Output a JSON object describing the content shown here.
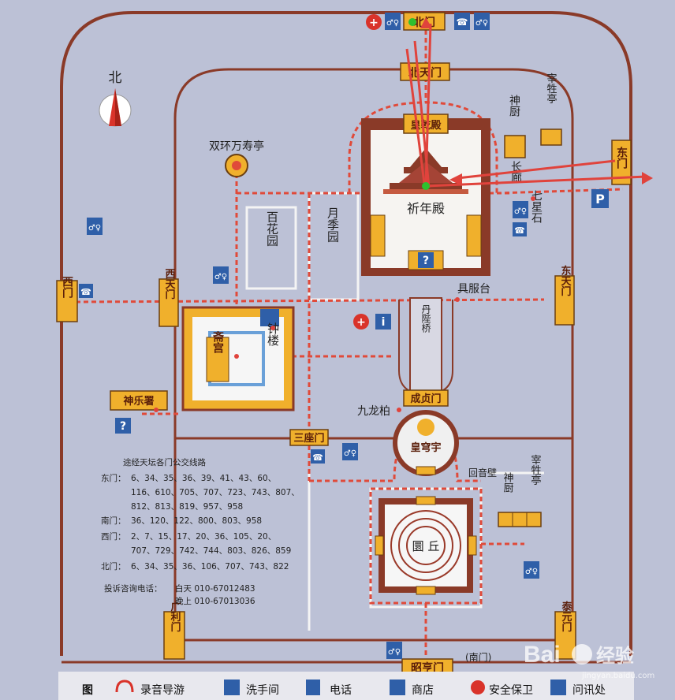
{
  "compass": {
    "north": "北"
  },
  "gates": {
    "north_gate": "北门",
    "north_tianmen": "北天门",
    "east_gate": "东门",
    "east_tianmen": "东天门",
    "west_gate": "西门",
    "west_tianmen": "西天门",
    "sanzuo_gate": "三座门",
    "chengzhen_gate": "成贞门",
    "guangli_gate": "广利门",
    "taiyuan_gate": "泰元门",
    "zhaoheng_gate": "昭亨门",
    "south_gate_note": "(南门)"
  },
  "places": {
    "huangqian_hall": "皇乾殿",
    "qinian_hall": "祈年殿",
    "baihua_garden": "百花园",
    "yueji_garden": "月季园",
    "shuanghuan_pavilion": "双环万寿亭",
    "shenchu_north": "神厨",
    "zaisheng_north": "宰牲亭",
    "long_corridor": "长廊",
    "seven_stars": "七星石",
    "jufu_tai": "具服台",
    "danbi_bridge": "丹陛桥",
    "zhai_palace": "斋宫",
    "bell_tower": "钟楼",
    "shenyue_shu": "神乐署",
    "jiulong_bai": "九龙柏",
    "huangqiong_yu": "皇穹宇",
    "echo_wall": "回音壁",
    "shenchu_south": "神厨",
    "zaisheng_south": "宰牲亭",
    "yuanqiu": "圜 丘"
  },
  "bus_info": {
    "title": "途经天坛各门公交线路",
    "east_label": "东门：",
    "east_1": "6、34、35、36、39、41、43、60、",
    "east_2": "116、610、705、707、723、743、807、",
    "east_3": "812、813、819、957、958",
    "south_label": "南门：",
    "south_1": "36、120、122、800、803、958",
    "west_label": "西门：",
    "west_1": "2、7、15、17、20、36、105、20、",
    "west_2": "707、729、742、744、803、826、859",
    "north_label": "北门：",
    "north_1": "6、34、35、36、106、707、743、822",
    "complaint_label": "投诉咨询电话：",
    "day": "白天 010-67012483",
    "night": "晚上 010-67013036"
  },
  "legend": {
    "title": "图",
    "audio_guide": "录音导游",
    "restroom": "洗手间",
    "phone": "电话",
    "shop": "商店",
    "security": "安全保卫",
    "info": "问讯处"
  },
  "icons": {
    "phone": "☎",
    "restroom": "♂♀",
    "info": "?",
    "information": "i",
    "parking": "P",
    "shop": "🎁",
    "first_aid": "+"
  },
  "colors": {
    "background": "#bcc1d6",
    "wall": "#8a3a28",
    "path": "#e04a3a",
    "gate": "#f0b02c",
    "icon": "#2f5fa8",
    "route": "#e0433c"
  },
  "watermark": {
    "brand": "Bai",
    "brand2": "经验",
    "url": "jingyan.baidu.com"
  }
}
